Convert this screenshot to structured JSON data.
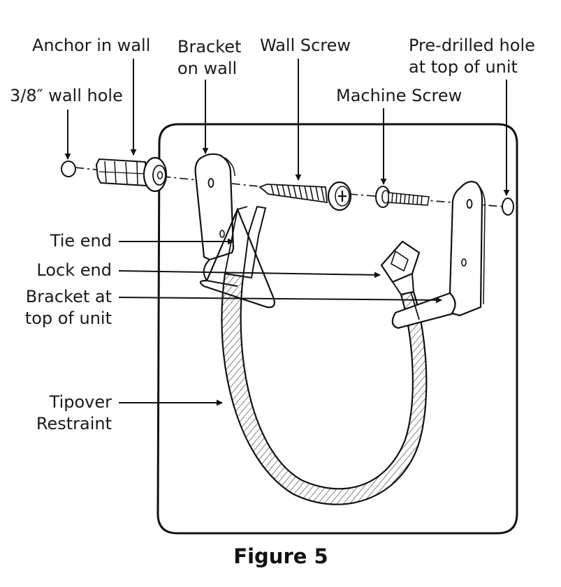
{
  "labels": {
    "anchor_in_wall": "Anchor in wall",
    "wall_hole": "3/8″ wall hole",
    "bracket_on_wall": "Bracket\non wall",
    "wall_screw": "Wall Screw",
    "machine_screw": "Machine Screw",
    "predrilled_hole": "Pre-drilled hole\nat top of unit",
    "tie_end": "Tie end",
    "lock_end": "Lock end",
    "bracket_top_of_unit": "Bracket at\ntop of unit",
    "tipover_restraint": "Tipover\nRestraint"
  },
  "caption": "Figure 5"
}
